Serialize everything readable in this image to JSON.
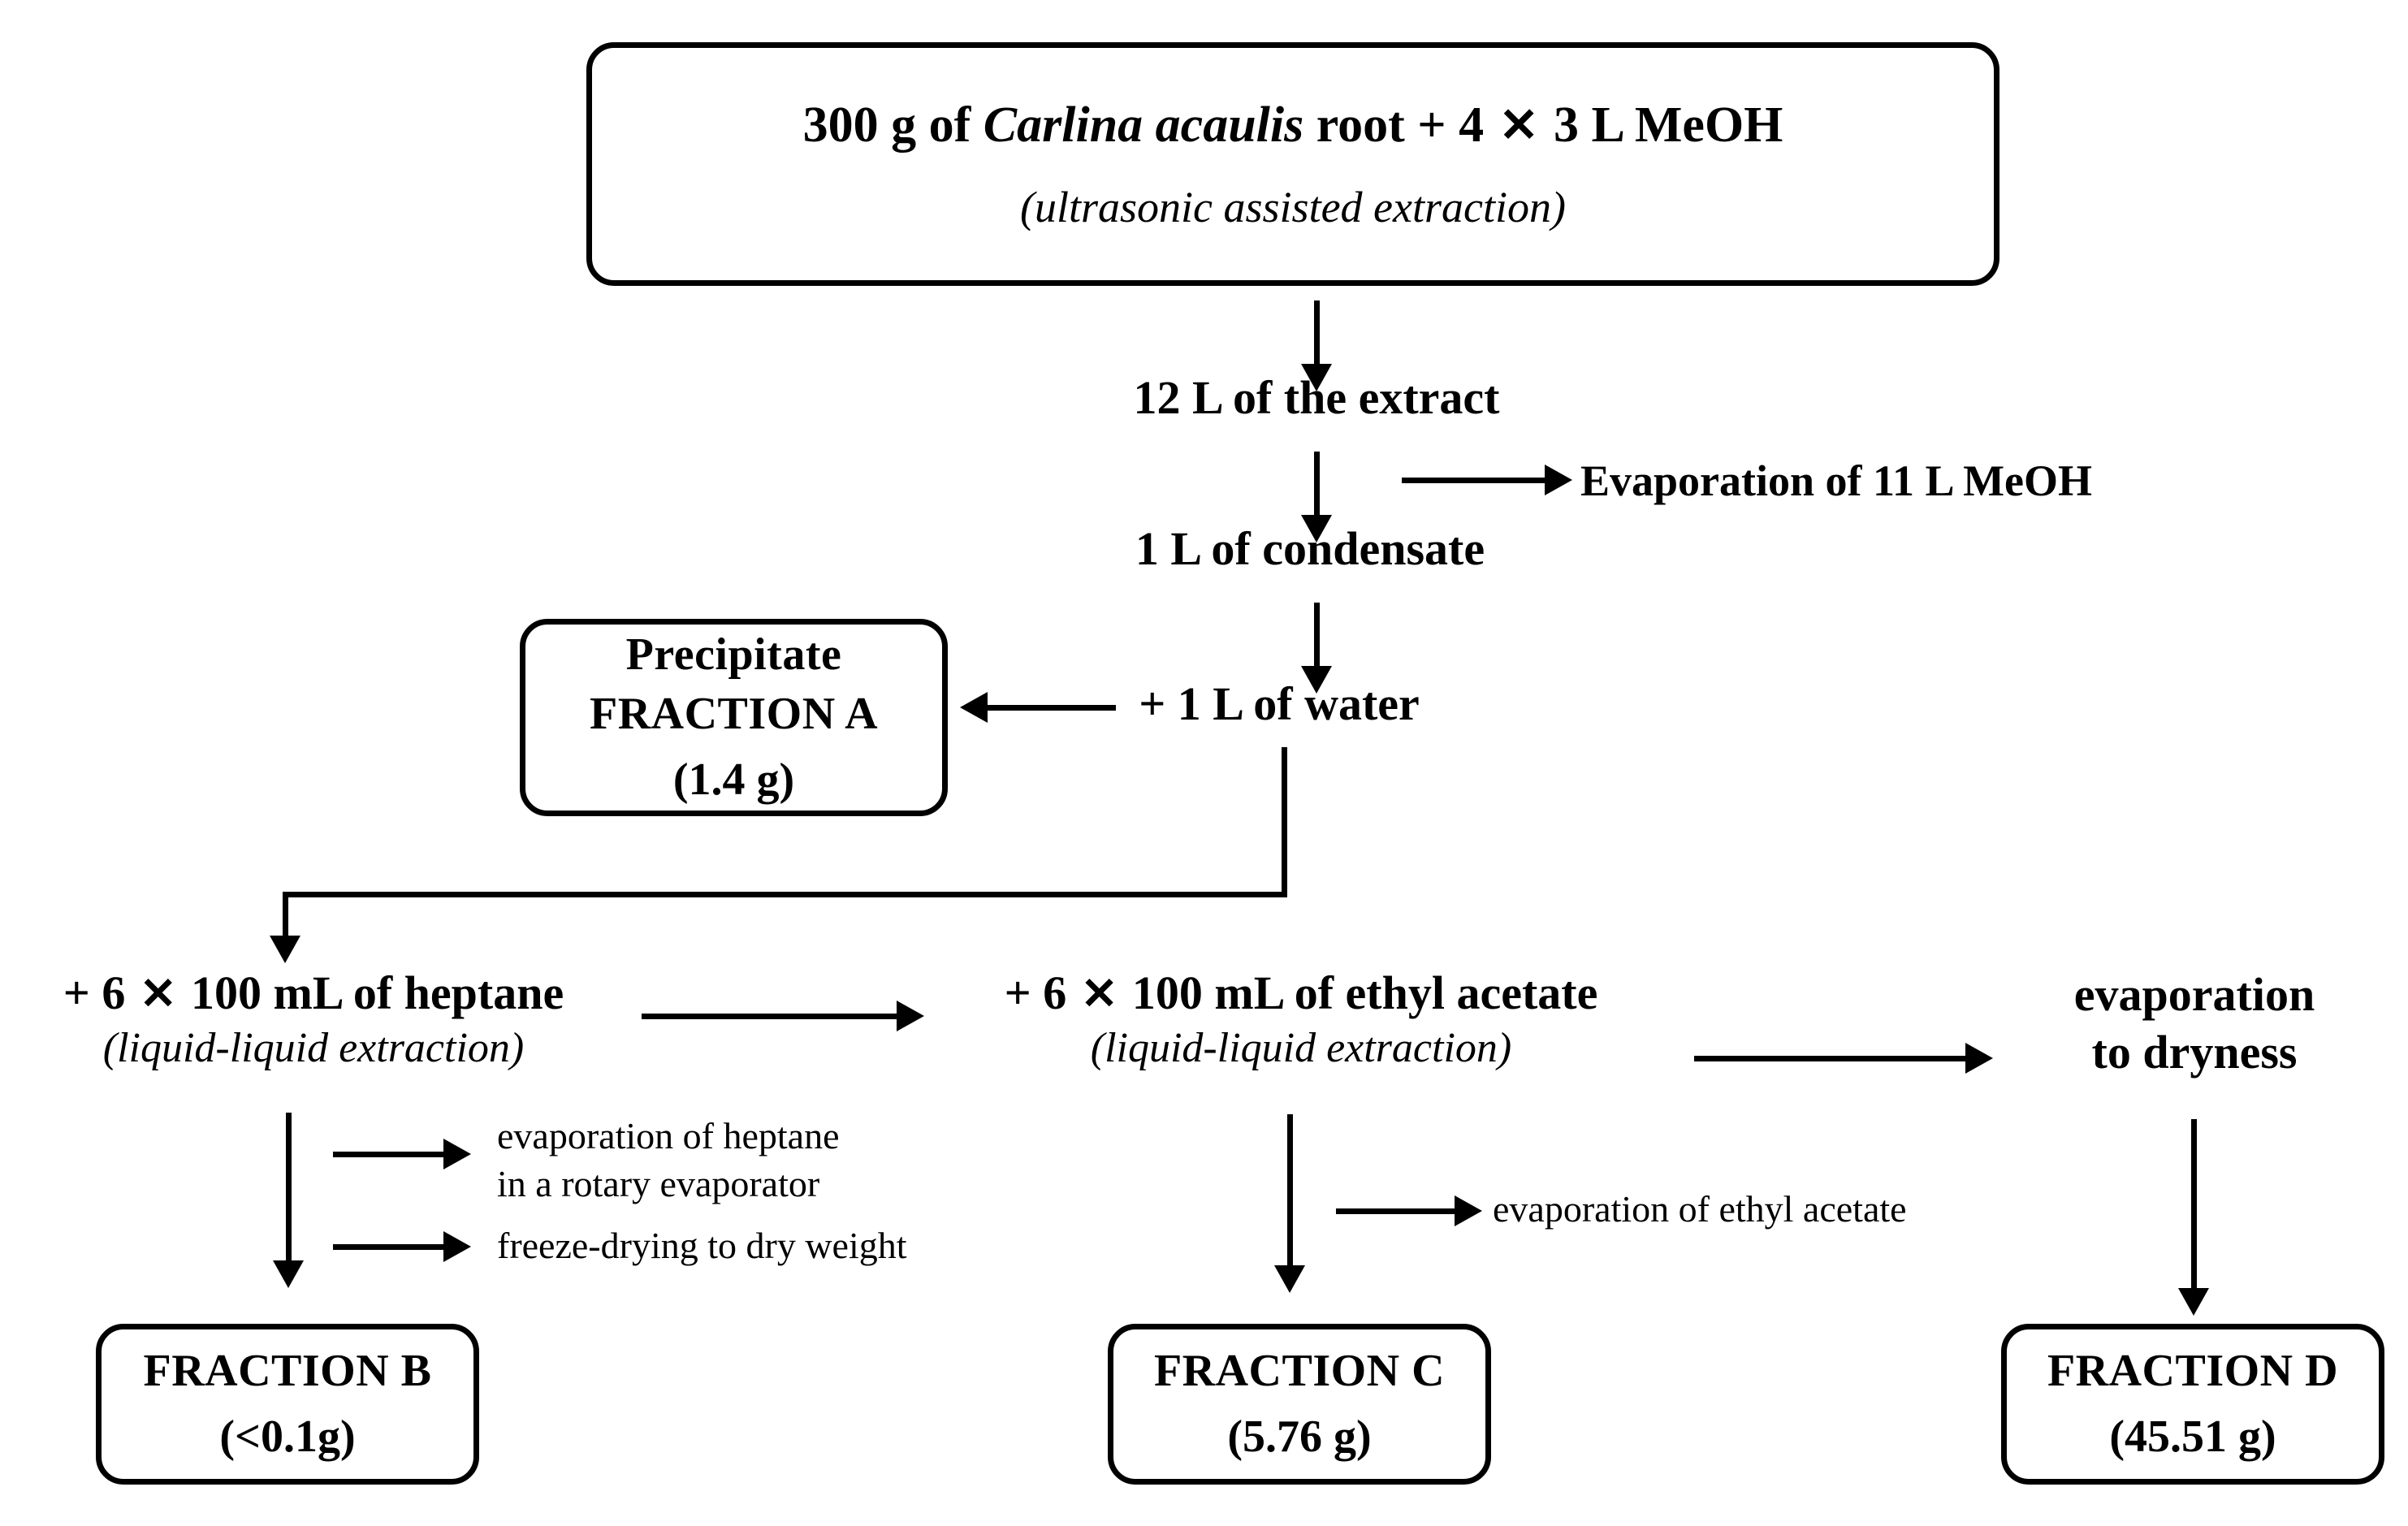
{
  "diagram": {
    "title": "Extraction and fractionation scheme of Carlina acaulis root",
    "ink_color": "#000000",
    "background_color": "#ffffff"
  },
  "start_box": {
    "main_before_italic": "300 g of ",
    "main_italic": "Carlina acaulis",
    "main_after_italic": " root + 4 ",
    "multiply_symbol": "✕",
    "main_tail": " 3 L MeOH",
    "sub": "(ultrasonic assisted extraction)"
  },
  "spine": {
    "extract": "12 L of the extract",
    "condensate": "1 L of condensate",
    "water": "+ 1 L of water"
  },
  "side_notes": {
    "evaporation_meoh": "Evaporation of 11 L MeOH",
    "evaporation_heptane_line1": "evaporation of heptane",
    "evaporation_heptane_line2": "in a rotary evaporator",
    "freeze_drying": "freeze-drying to dry weight",
    "evaporation_ethyl_acetate": "evaporation of ethyl acetate"
  },
  "steps": {
    "heptane": {
      "prefix": "+ 6 ",
      "multiply_symbol": "✕",
      "suffix": " 100 mL of heptane",
      "sub": "(liquid-liquid extraction)"
    },
    "ethyl_acetate": {
      "prefix": "+ 6 ",
      "multiply_symbol": "✕",
      "suffix": " 100 mL of ethyl acetate",
      "sub": "(liquid-liquid extraction)"
    },
    "dryness_line1": "evaporation",
    "dryness_line2": "to dryness"
  },
  "fractions": {
    "a": {
      "prefix": "Precipitate",
      "name": "FRACTION A",
      "amount": "(1.4 g)"
    },
    "b": {
      "name": "FRACTION B",
      "amount": "(<0.1g)"
    },
    "c": {
      "name": "FRACTION C",
      "amount": "(5.76 g)"
    },
    "d": {
      "name": "FRACTION D",
      "amount": "(45.51 g)"
    }
  }
}
